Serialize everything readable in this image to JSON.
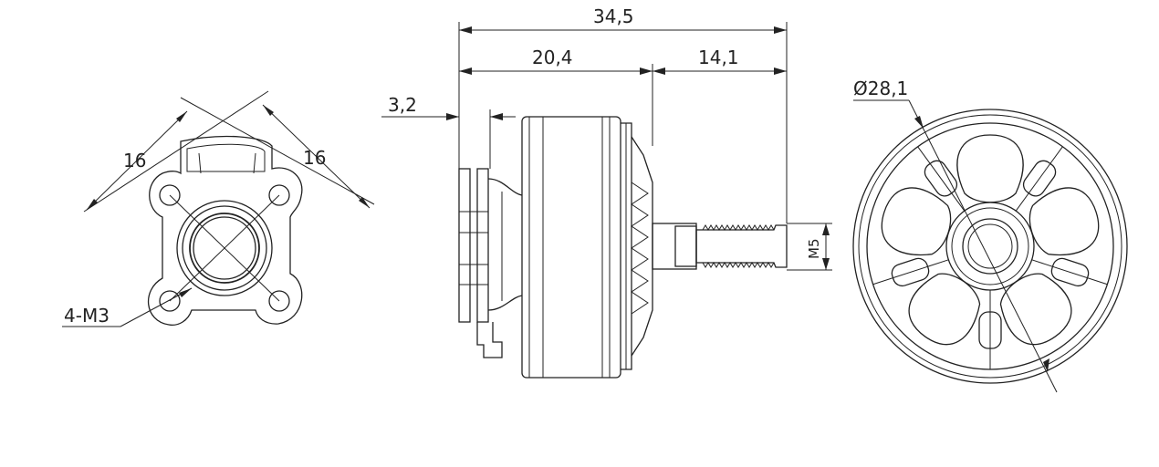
{
  "dimensions": {
    "overall_length": "34,5",
    "body_length": "20,4",
    "shaft_length": "14,1",
    "base_thickness": "3,2",
    "shaft_thread": "M5",
    "diameter": "Ø28,1",
    "hole_spacing_left": "16",
    "hole_spacing_right": "16",
    "mount_holes": "4-M3"
  }
}
